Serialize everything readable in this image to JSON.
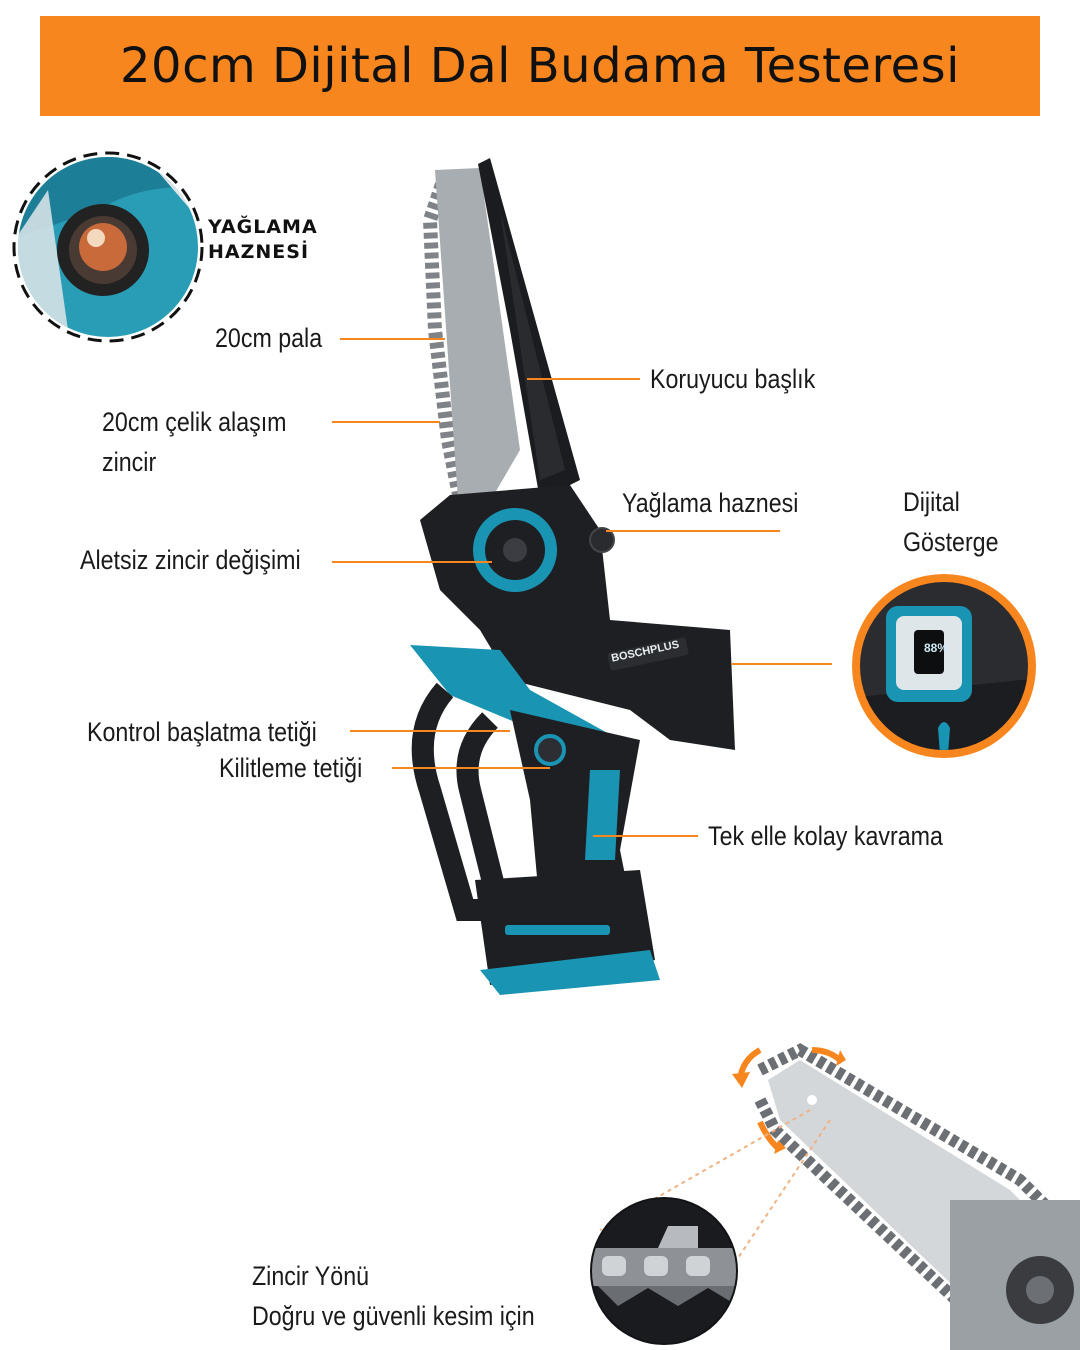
{
  "title": "20cm Dijital Dal Budama Testeresi",
  "inset_badge": {
    "line1": "YAĞLAMA",
    "line2": "HAZNESİ"
  },
  "labels": {
    "blade": "20cm pala",
    "guard": "Koruyucu başlık",
    "chain_line1": "20cm çelik alaşım",
    "chain_line2": "zincir",
    "oil_tank": "Yağlama haznesi",
    "display_line1": "Dijital",
    "display_line2": "Gösterge",
    "tool_free": "Aletsiz zincir değişimi",
    "start_trigger": "Kontrol başlatma tetiği",
    "lock_trigger": "Kilitleme tetiği",
    "grip": "Tek elle kolay kavrama",
    "chain_dir_line1": "Zincir Yönü",
    "chain_dir_line2": "Doğru ve güvenli kesim için"
  },
  "brand_mark": "BOSCHPLUS",
  "display_readout": "88%",
  "colors": {
    "accent": "#f7861f",
    "tool_teal": "#1a94b3",
    "tool_body": "#1e1f22"
  },
  "icons": [
    "oil-tank-inset",
    "digital-display-inset",
    "chain-rotation-arrows",
    "chain-link-zoom"
  ]
}
